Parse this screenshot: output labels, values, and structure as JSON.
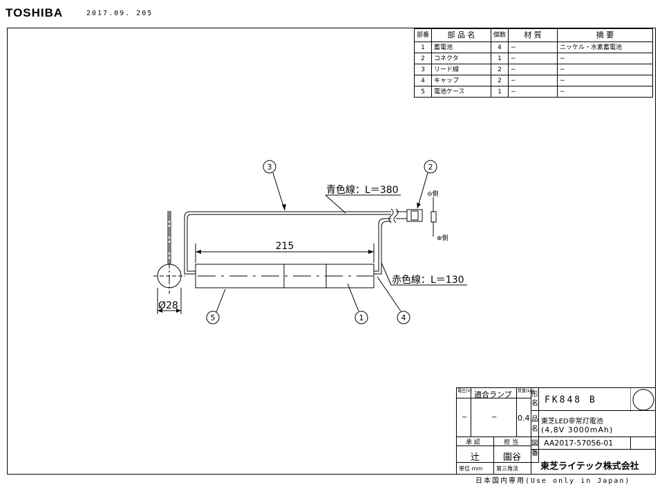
{
  "header": {
    "brand": "TOSHIBA",
    "date": "2017.09. 205"
  },
  "parts_table": {
    "headers": [
      "部番",
      "部 品 名",
      "個数",
      "材 質",
      "摘 要"
    ],
    "rows": [
      {
        "no": "1",
        "name": "蓄電池",
        "qty": "4",
        "material": "−",
        "note": "ニッケル・水素蓄電池"
      },
      {
        "no": "2",
        "name": "コネクタ",
        "qty": "1",
        "material": "−",
        "note": "−"
      },
      {
        "no": "3",
        "name": "リード線",
        "qty": "2",
        "material": "−",
        "note": "−"
      },
      {
        "no": "4",
        "name": "キャップ",
        "qty": "2",
        "material": "−",
        "note": "−"
      },
      {
        "no": "5",
        "name": "電池ケース",
        "qty": "1",
        "material": "−",
        "note": "−"
      }
    ]
  },
  "drawing": {
    "callouts": [
      "1",
      "2",
      "3",
      "4",
      "5"
    ],
    "blue_wire_label": "青色線：L＝380",
    "red_wire_label": "赤色線：L＝130",
    "length_dim": "215",
    "diameter_dim": "Ø28",
    "negative_label": "⊖側",
    "positive_label": "⊕側"
  },
  "title_block": {
    "voltage_label": "電圧(V)",
    "lamp_label": "適合ランプ",
    "mass_label": "質量(kg)",
    "voltage_value": "−",
    "lamp_value": "−",
    "mass_value": "0.4",
    "model_label": "形名",
    "model": "FK848 B",
    "product_label": "品名",
    "product_name": "東芝LED非常灯電池",
    "product_spec": "(4,8V 3000mAh)",
    "approve_label": "承 認",
    "charge_label": "担 当",
    "approver": "辻",
    "person": "圍谷",
    "drawing_no_label": "図番",
    "drawing_no": "AA2017-57056-01",
    "unit": "単位 mm",
    "projection": "第三角法",
    "company": "東芝ライテック株式会社"
  },
  "footer": {
    "note": "日本国内専用(Use only in Japan)"
  }
}
